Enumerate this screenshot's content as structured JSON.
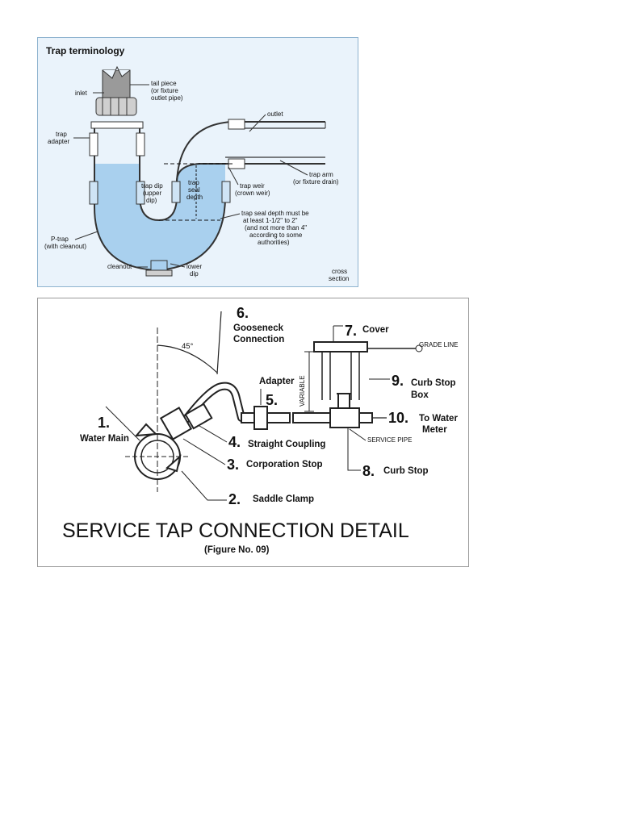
{
  "trap_panel": {
    "title": "Trap terminology",
    "labels": {
      "inlet": "inlet",
      "tail_piece": [
        "tail piece",
        "(or fixture",
        "outlet pipe)"
      ],
      "trap_adapter": [
        "trap",
        "adapter"
      ],
      "outlet": "outlet",
      "trap_dip": [
        "trap dip",
        "(upper",
        "dip)"
      ],
      "trap_seal_depth": [
        "trap",
        "seal",
        "depth"
      ],
      "trap_weir": [
        "trap weir",
        "(crown weir)"
      ],
      "trap_arm": [
        "trap arm",
        "(or fixture drain)"
      ],
      "seal_note": [
        "trap seal depth must be",
        "at least 1-1/2\" to 2\"",
        "(and not more than 4\"",
        "according to some",
        "authorities)"
      ],
      "p_trap": [
        "P-trap",
        "(with cleanout)"
      ],
      "cleanout": "cleanout",
      "lower_dip": [
        "lower",
        "dip"
      ],
      "cross_section": [
        "cross",
        "section"
      ]
    },
    "colors": {
      "water": "#a9d0ee",
      "background": "#eaf3fb",
      "border": "#8fb3cf"
    }
  },
  "tap_panel": {
    "angle": "45°",
    "parts": [
      {
        "num": "1.",
        "name": "Water Main"
      },
      {
        "num": "2.",
        "name": "Saddle Clamp"
      },
      {
        "num": "3.",
        "name": "Corporation Stop"
      },
      {
        "num": "4.",
        "name": "Straight Coupling"
      },
      {
        "num": "5.",
        "name": "Adapter"
      },
      {
        "num": "6.",
        "name": "Gooseneck",
        "name2": "Connection"
      },
      {
        "num": "7.",
        "name": "Cover"
      },
      {
        "num": "8.",
        "name": "Curb Stop"
      },
      {
        "num": "9.",
        "name": "Curb Stop",
        "name2": "Box"
      },
      {
        "num": "10.",
        "name": "To Water",
        "name2": "Meter"
      }
    ],
    "grade_line": "GRADE LINE",
    "variable": "VARIABLE",
    "service_pipe": "SERVICE PIPE",
    "title": "SERVICE TAP CONNECTION DETAIL",
    "figure": "(Figure No. 09)"
  }
}
